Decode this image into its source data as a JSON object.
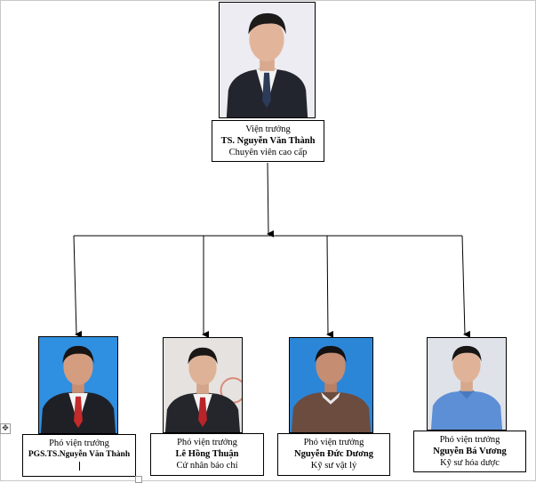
{
  "director": {
    "title": "Viện trưởng",
    "name": "TS. Nguyễn Văn Thành",
    "position": "Chuyên viên cao cấp"
  },
  "deputies": [
    {
      "title": "Phó viện trưởng",
      "name": "PGS.TS.Nguyễn Văn Thành",
      "position": ""
    },
    {
      "title": "Phó viện trưởng",
      "name": "Lê Hồng Thuận",
      "position": "Cử nhân báo chí"
    },
    {
      "title": "Phó viện trưởng",
      "name": "Nguyễn Đức Dương",
      "position": "Kỹ sư vật lý"
    },
    {
      "title": "Phó viện trưởng",
      "name": "Nguyễn Bá Vương",
      "position": "Kỹ sư hóa dược"
    }
  ],
  "colors": {
    "line": "#000000",
    "photo_bg_blue": "#2f8fe0",
    "photo_bg_light": "#e8e8e8"
  }
}
